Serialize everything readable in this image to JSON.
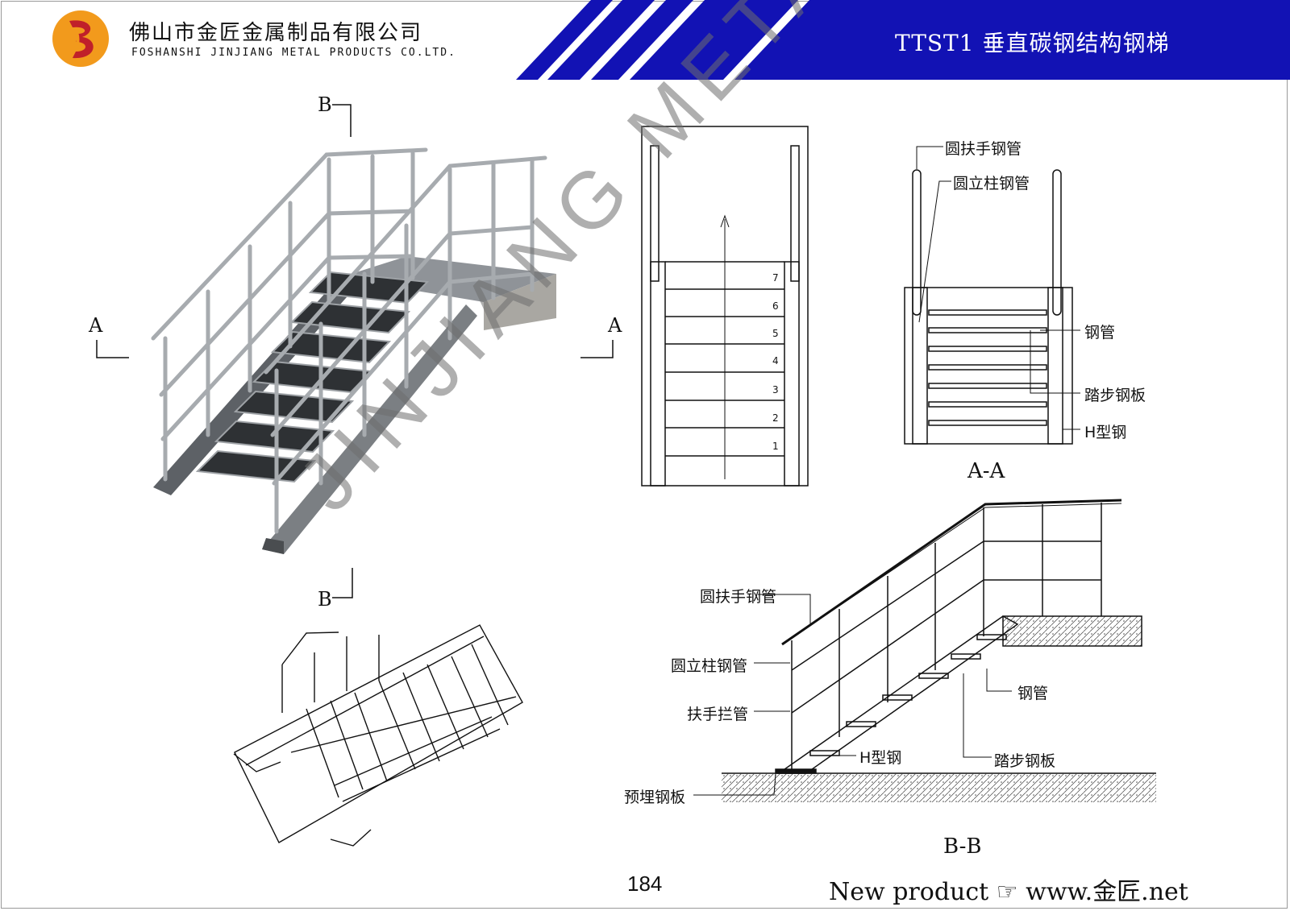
{
  "header": {
    "company_cn": "佛山市金匠金属制品有限公司",
    "company_en": "FOSHANSHI JINJIANG METAL PRODUCTS CO.LTD.",
    "title": "TTST1 垂直碳钢结构钢梯"
  },
  "colors": {
    "banner": "#1212b4",
    "logo_orange": "#f29a1c",
    "logo_red": "#c0202a",
    "watermark": "#8a8a8a"
  },
  "section_marks": {
    "b_top": "B",
    "b_bottom": "B",
    "a_left": "A",
    "a_right": "A"
  },
  "plan_steps": [
    "1",
    "2",
    "3",
    "4",
    "5",
    "6",
    "7"
  ],
  "section_aa": {
    "caption": "A-A",
    "labels": {
      "handrail": "圆扶手钢管",
      "post": "圆立柱钢管",
      "pipe": "钢管",
      "tread": "踏步钢板",
      "h_steel": "H型钢"
    }
  },
  "section_bb": {
    "caption": "B-B",
    "labels": {
      "handrail": "圆扶手钢管",
      "post": "圆立柱钢管",
      "rail": "扶手拦管",
      "embed": "预埋钢板",
      "h_steel": "H型钢",
      "pipe": "钢管",
      "tread": "踏步钢板"
    }
  },
  "watermark": "JINJIANG METAL",
  "footer": {
    "page": "184",
    "text": "New product ☞ www.金匠.net"
  }
}
